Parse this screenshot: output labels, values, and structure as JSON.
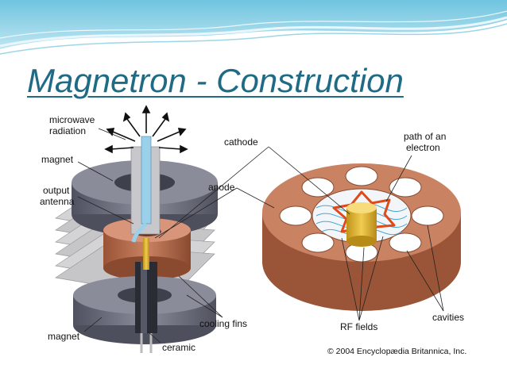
{
  "slide": {
    "title": "Magnetron - Construction"
  },
  "diagram": {
    "labels": {
      "microwave_radiation_line1": "microwave",
      "microwave_radiation_line2": "radiation",
      "magnet_top": "magnet",
      "output_antenna_line1": "output",
      "output_antenna_line2": "antenna",
      "cathode": "cathode",
      "anode": "anode",
      "path_of_electron_line1": "path of an",
      "path_of_electron_line2": "electron",
      "cooling_fins": "cooling fins",
      "magnet_bottom": "magnet",
      "ceramic": "ceramic",
      "rf_fields": "RF fields",
      "cavities": "cavities"
    },
    "copyright": "© 2004 Encyclopædia Britannica, Inc."
  },
  "colors": {
    "title": "#1f6b86",
    "copper": "#b8704f",
    "copper_dark": "#8a4a30",
    "magnet_gray": "#6c6e7e",
    "fin_gray": "#c9c9cb",
    "electron_path": "#e04a1a",
    "rf_field": "#4aa6d6",
    "cathode_gold": "#e0b830"
  }
}
